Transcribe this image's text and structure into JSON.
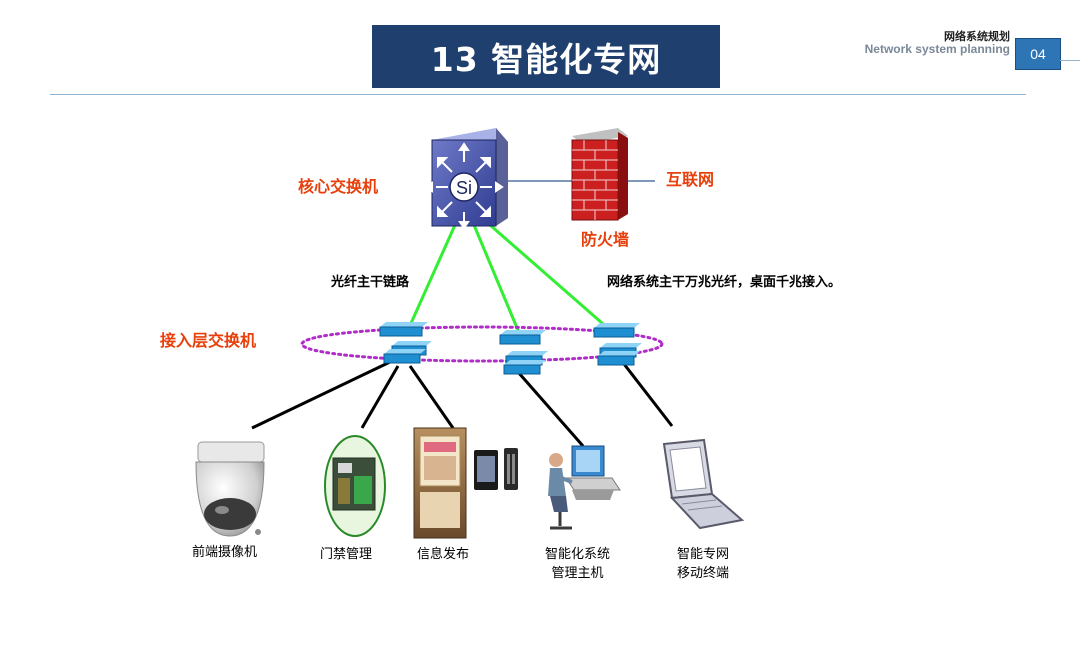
{
  "title": "13 智能化专网",
  "header": {
    "cn": "网络系统规划",
    "en": "Network system planning",
    "page": "04"
  },
  "labels": {
    "core_switch": "核心交换机",
    "internet": "互联网",
    "firewall": "防火墙",
    "fiber_backbone": "光纤主干链路",
    "backbone_desc": "网络系统主干万兆光纤，桌面千兆接入。",
    "access_switch": "接入层交换机"
  },
  "devices": [
    {
      "name": "前端摄像机"
    },
    {
      "name": "门禁管理"
    },
    {
      "name": "信息发布"
    },
    {
      "name": "智能化系统",
      "name2": "管理主机"
    },
    {
      "name": "智能专网",
      "name2": "移动终端"
    }
  ],
  "core_switch_icon_text": "Si",
  "colors": {
    "title_bg": "#1f3f6e",
    "accent_red": "#e8400c",
    "fiber_green": "#33ee33",
    "ring": "#b02cc8",
    "switch_blue": "#2196d8",
    "page_box": "#2e75b6"
  }
}
